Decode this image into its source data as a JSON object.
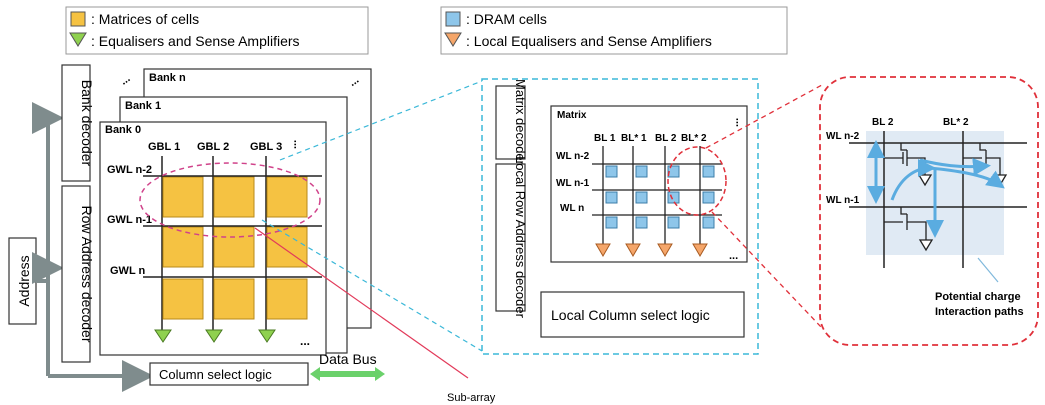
{
  "legend_left": {
    "matrices_label": ": Matrices of cells",
    "equalisers_label": ": Equalisers and Sense Amplifiers",
    "colors": {
      "matrix_cell": "#f5c242",
      "equaliser": "#8fd14f"
    }
  },
  "legend_right": {
    "dram_label": ": DRAM cells",
    "local_equalisers_label": ": Local Equalisers and Sense Amplifiers",
    "colors": {
      "dram_cell": "#8ec6ea",
      "local_equaliser": "#f5a66a"
    }
  },
  "left": {
    "address": "Address",
    "bank_decoder": "Bank decoder",
    "row_address_decoder": "Row Address decoder",
    "bank_n": "Bank n",
    "bank_1": "Bank 1",
    "bank_0": "Bank 0",
    "gbl_labels": [
      "GBL 1",
      "GBL 2",
      "GBL 3"
    ],
    "gwl_labels": [
      "GWL n-2",
      "GWL n-1",
      "GWL n"
    ],
    "dots": "...",
    "column_select_logic": "Column select logic",
    "data_bus": "Data Bus",
    "sub_array": "Sub-array"
  },
  "middle": {
    "matrix_decoder": "Matrix decoder",
    "local_row_address_decoder": "Local Row Address decoder",
    "matrix_title": "Matrix",
    "bl_labels": [
      "BL 1",
      "BL* 1",
      "BL 2",
      "BL* 2"
    ],
    "wl_labels": [
      "WL n-2",
      "WL n-1",
      "WL n"
    ],
    "local_column_select_logic": "Local Column select logic"
  },
  "right": {
    "bl_labels": [
      "BL 2",
      "BL* 2"
    ],
    "wl_labels": [
      "WL n-2",
      "WL n-1"
    ],
    "caption_line1": "Potential charge",
    "caption_line2": "Interaction paths"
  },
  "colors": {
    "arrow_gray": "#7f8c8d",
    "cyan_dash": "#3bb8d8",
    "red_dash": "#e0303a",
    "magenta_dash": "#d0428a",
    "path_blue": "#5aace0",
    "data_bus_green": "#6bd16b"
  }
}
